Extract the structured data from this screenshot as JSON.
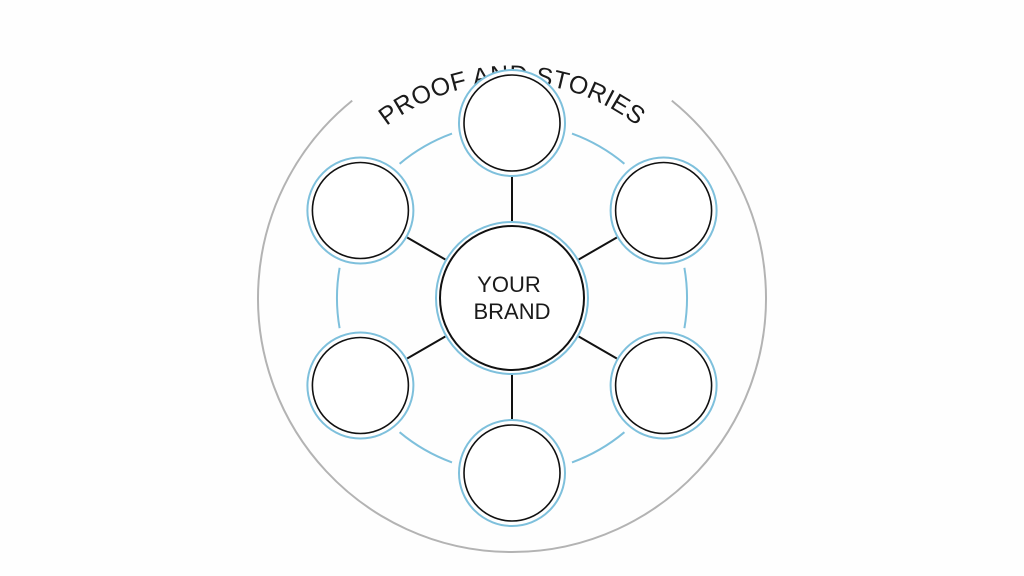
{
  "diagram": {
    "title": "PROOF AND STORIES",
    "center": {
      "lines": [
        "YOUR",
        "BRAND"
      ]
    },
    "satellites": [
      {
        "label": ""
      },
      {
        "label": ""
      },
      {
        "label": ""
      },
      {
        "label": ""
      },
      {
        "label": ""
      },
      {
        "label": ""
      }
    ]
  },
  "colors": {
    "outer_ring": "#b3b3b3",
    "accent_ring": "#7ec0dc",
    "stroke": "#111111",
    "text": "#1a1a1a",
    "background": "#fefefe"
  }
}
